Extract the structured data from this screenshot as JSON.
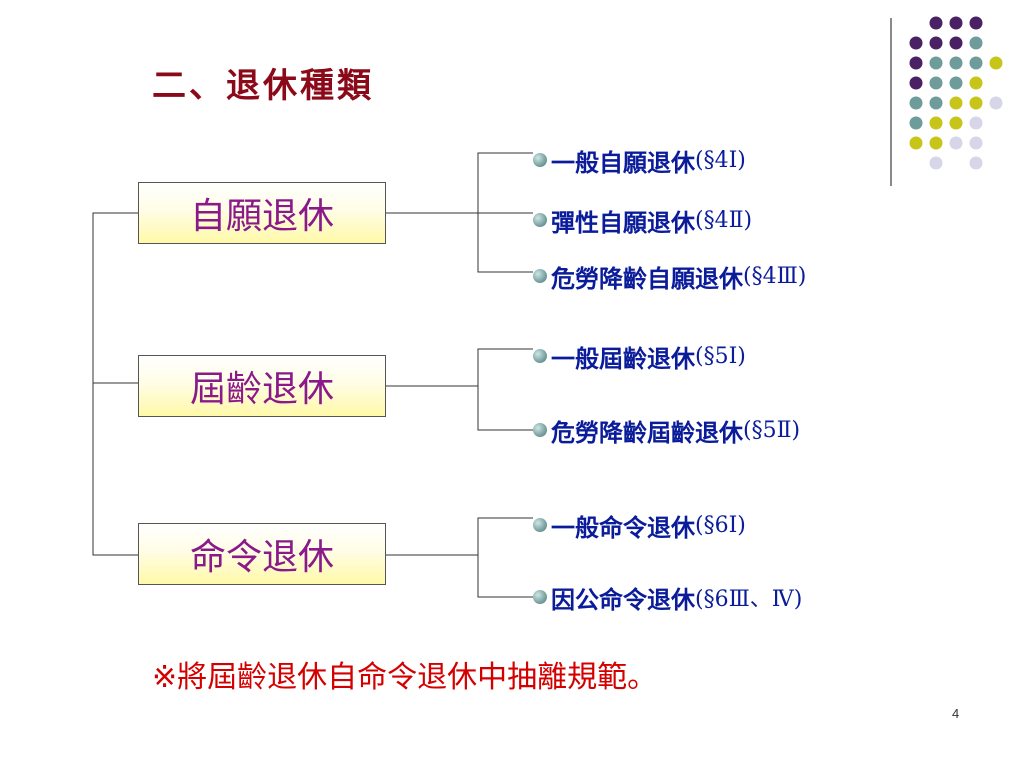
{
  "title": "二、退休種類",
  "categories": [
    {
      "label": "自願退休",
      "items": [
        {
          "text": "一般自願退休",
          "ref": "(§4Ⅰ)"
        },
        {
          "text": "彈性自願退休",
          "ref": "(§4Ⅱ)"
        },
        {
          "text": "危勞降齡自願退休",
          "ref": "(§4Ⅲ)"
        }
      ]
    },
    {
      "label": "屆齡退休",
      "items": [
        {
          "text": "一般屆齡退休",
          "ref": "(§5Ⅰ)"
        },
        {
          "text": "危勞降齡屆齡退休",
          "ref": "(§5Ⅱ)"
        }
      ]
    },
    {
      "label": "命令退休",
      "items": [
        {
          "text": "一般命令退休",
          "ref": "(§6Ⅰ)"
        },
        {
          "text": "因公命令退休",
          "ref": "(§6Ⅲ、Ⅳ)"
        }
      ]
    }
  ],
  "note": "※將屆齡退休自命令退休中抽離規範。",
  "page_number": "4",
  "colors": {
    "title": "#8b0a1a",
    "box_text": "#8a1a8a",
    "item_text": "#0b1c9a",
    "note": "#d40000",
    "dot_purple": "#4a2165",
    "dot_teal": "#6e9c9a",
    "dot_olive": "#c8c51a",
    "dot_lavender": "#d6d6e8"
  }
}
